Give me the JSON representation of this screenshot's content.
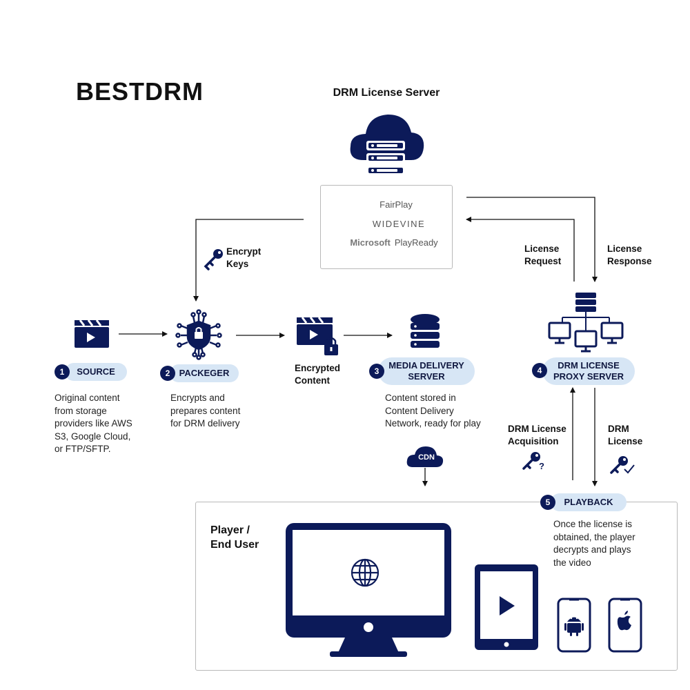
{
  "brand": "BESTDRM",
  "license_server": {
    "title": "DRM License Server",
    "providers": [
      "FairPlay",
      "WIDEVINE",
      "Microsoft",
      "PlayReady"
    ]
  },
  "flows": {
    "encrypt_keys": [
      "Encrypt",
      "Keys"
    ],
    "license_request": [
      "License",
      "Request"
    ],
    "license_response": [
      "License",
      "Response"
    ],
    "drm_license_acquisition": [
      "DRM License",
      "Acquisition"
    ],
    "drm_license": [
      "DRM",
      "License"
    ],
    "encrypted_content": [
      "Encrypted",
      "Content"
    ]
  },
  "steps": [
    {
      "num": "1",
      "label": "SOURCE",
      "desc": [
        "Original content",
        "from storage",
        "providers like AWS",
        "S3, Google Cloud,",
        "or FTP/SFTP."
      ]
    },
    {
      "num": "2",
      "label": "PACKEGER",
      "desc": [
        "Encrypts and",
        "prepares content",
        "for DRM delivery"
      ]
    },
    {
      "num": "3",
      "label": [
        "MEDIA DELIVERY",
        "SERVER"
      ],
      "desc": [
        "Content stored in",
        "Content Delivery",
        "Network, ready for play"
      ]
    },
    {
      "num": "4",
      "label": [
        "DRM LICENSE",
        "PROXY SERVER"
      ]
    },
    {
      "num": "5",
      "label": "PLAYBACK",
      "desc": [
        "Once the license is",
        "obtained, the player",
        "decrypts and plays",
        "the video"
      ]
    }
  ],
  "cdn_label": "CDN",
  "player": {
    "title": [
      "Player /",
      "End User"
    ]
  },
  "colors": {
    "navy": "#0c1a59",
    "pill": "#d7e6f5",
    "border": "#b8b8b8"
  }
}
